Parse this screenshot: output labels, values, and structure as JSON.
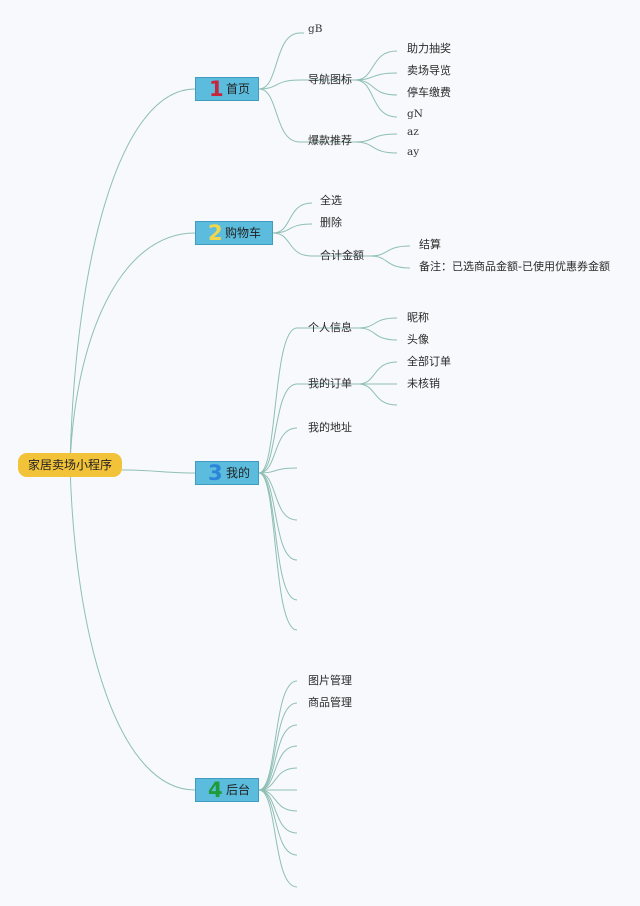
{
  "root": {
    "label": "家居卖场小程序",
    "color": "#f2c238"
  },
  "line_color": "#8fbfb4",
  "branches": [
    {
      "num": "1",
      "label": "首页",
      "num_color": "#c7253e",
      "children": [
        {
          "label": "gB"
        },
        {
          "label": "导航图标",
          "children": [
            "助力抽奖",
            "卖场导览",
            "停车缴费",
            "gN"
          ]
        },
        {
          "label": "爆款推荐",
          "children": [
            "az",
            "ay"
          ]
        }
      ]
    },
    {
      "num": "2",
      "label": "购物车",
      "num_color": "#f2d64b",
      "children": [
        {
          "label": "全选"
        },
        {
          "label": "删除"
        },
        {
          "label": "合计金额",
          "children": [
            "结算",
            "备注：已选商品金额-已使用优惠券金额"
          ]
        }
      ]
    },
    {
      "num": "3",
      "label": "我的",
      "num_color": "#2d84d8",
      "children": [
        {
          "label": "个人信息",
          "children": [
            "昵称",
            "头像"
          ]
        },
        {
          "label": "我的订单",
          "children": [
            "全部订单",
            "未核销",
            ""
          ]
        },
        {
          "label": "我的地址"
        },
        {
          "label": ""
        },
        {
          "label": ""
        },
        {
          "label": ""
        },
        {
          "label": ""
        },
        {
          "label": ""
        }
      ]
    },
    {
      "num": "4",
      "label": "后台",
      "num_color": "#1e9b3a",
      "children": [
        {
          "label": "图片管理"
        },
        {
          "label": "商品管理"
        },
        {
          "label": ""
        },
        {
          "label": ""
        },
        {
          "label": ""
        },
        {
          "label": ""
        },
        {
          "label": ""
        },
        {
          "label": ""
        },
        {
          "label": ""
        },
        {
          "label": ""
        }
      ]
    }
  ]
}
